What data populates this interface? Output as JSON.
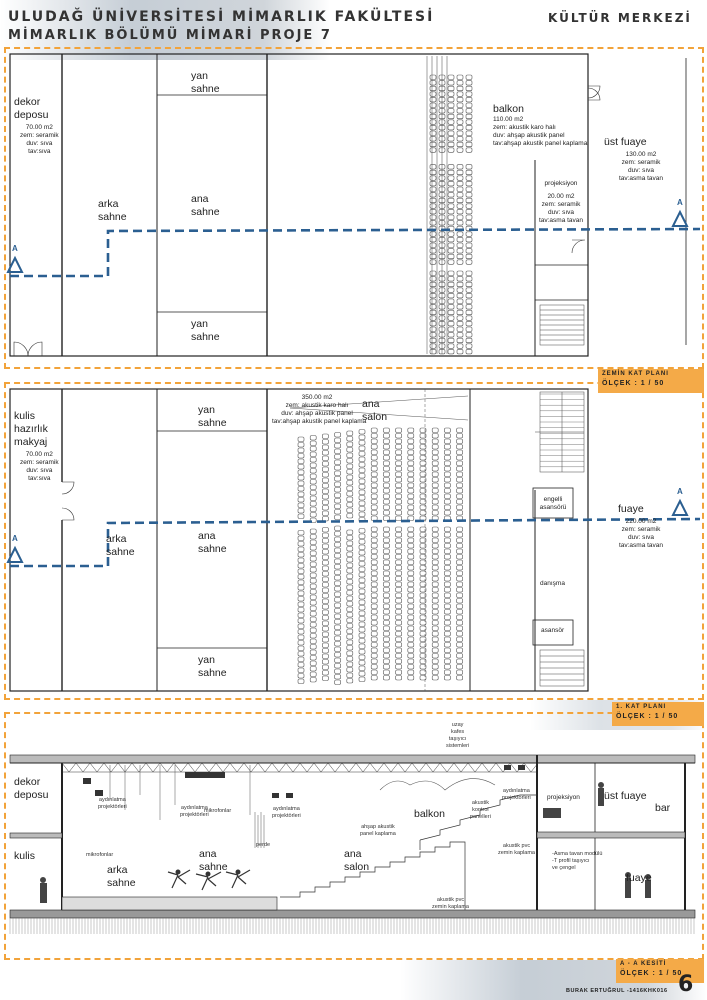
{
  "header": {
    "line1": "ULUDAĞ ÜNİVERSİTESİ MİMARLIK FAKÜLTESİ",
    "line2": "MİMARLIK BÖLÜMÜ MİMARİ PROJE 7",
    "project": "KÜLTÜR MERKEZİ"
  },
  "ground_plan": {
    "title": "ZEMİN KAT PLANI",
    "scale": "ÖLÇEK : 1 / 50",
    "section_mark": "A",
    "rooms": {
      "dekor_deposu": {
        "name": "dekor\ndeposu",
        "area": "70.00 m2",
        "floor": "zem: seramik",
        "wall": "duv: sıva",
        "ceil": "tav:sıva"
      },
      "yan_sahne_top": "yan\nsahne",
      "ana_sahne": "ana\nsahne",
      "arka_sahne": "arka\nsahne",
      "yan_sahne_bottom": "yan\nsahne",
      "balkon": {
        "name": "balkon",
        "area": "110.00 m2",
        "floor": "zem: akustik karo halı",
        "wall": "duv: ahşap akustik panel",
        "ceil": "tav:ahşap akustik panel kaplama"
      },
      "projeksiyon": {
        "name": "projeksiyon",
        "area": "20.00 m2",
        "floor": "zem: seramik",
        "wall": "duv: sıva",
        "ceil": "tav:asma tavan"
      },
      "ust_fuaye": {
        "name": "üst fuaye",
        "area": "130.00 m2",
        "floor": "zem: seramik",
        "wall": "duv: sıva",
        "ceil": "tav:asma tavan"
      }
    }
  },
  "first_plan": {
    "title": "1. KAT PLANI",
    "scale": "ÖLÇEK : 1 / 50",
    "section_mark": "A",
    "rooms": {
      "kulis": {
        "name": "kulis\nhazırlık\nmakyaj",
        "area": "70.00 m2",
        "floor": "zem: seramik",
        "wall": "duv: sıva",
        "ceil": "tav:sıva"
      },
      "yan_sahne_top": "yan\nsahne",
      "ana_sahne": "ana\nsahne",
      "arka_sahne": "arka\nsahne",
      "yan_sahne_bottom": "yan\nsahne",
      "ana_salon": {
        "name": "ana\nsalon",
        "area": "350.00 m2",
        "floor": "zem: akustik karo halı",
        "wall": "duv: ahşap akustik panel",
        "ceil": "tav:ahşap akustik panel kaplama"
      },
      "engelli": "engelli\nasansörü",
      "fuaye": {
        "name": "fuaye",
        "area": "220.00 m2",
        "floor": "zem: seramik",
        "wall": "duv: sıva",
        "ceil": "tav:asma tavan"
      },
      "danisma": "danışma",
      "asansor": "asansör"
    }
  },
  "section": {
    "title": "A - A KESİTİ",
    "scale": "ÖLÇEK : 1 / 50",
    "labels": {
      "dekor_deposu": "dekor\ndeposu",
      "kulis": "kulis",
      "arka_sahne": "arka\nsahne",
      "ana_sahne": "ana\nsahne",
      "ana_salon": "ana\nsalon",
      "balkon": "balkon",
      "projeksiyon": "projeksiyon",
      "ust_fuaye": "üst fuaye",
      "bar": "bar",
      "fuaye": "fuaye",
      "uzay_kafes": "uzay\nkafes\ntaşıyıcı\nsistemleri",
      "aydinlatma1": "aydınlatma\nprojektörleri",
      "aydinlatma2": "aydınlatma\nprojektörleri",
      "aydinlatma3": "aydınlatma\nprojektörleri",
      "aydinlatma4": "aydınlatma\nprojektörleri",
      "mikrofonlar": "mikrofonlar",
      "mikrofonlar2": "mikrofonlar",
      "perde": "perde",
      "ahsap_akustik": "ahşap akustik\npanel kaplama",
      "akustik_kontrol": "akustik\nkontrol\npanelleri",
      "akustik_pvc1": "akustik pvc\nzemin kaplama",
      "akustik_pvc2": "akustik pvc\nzemin kaplama",
      "asma_tavan": "-Asma tavan modülü\n-T profil taşıyıcı\nve çengel"
    }
  },
  "footer": {
    "author": "BURAK ERTUĞRUL -1416KHK016",
    "page": "6"
  }
}
